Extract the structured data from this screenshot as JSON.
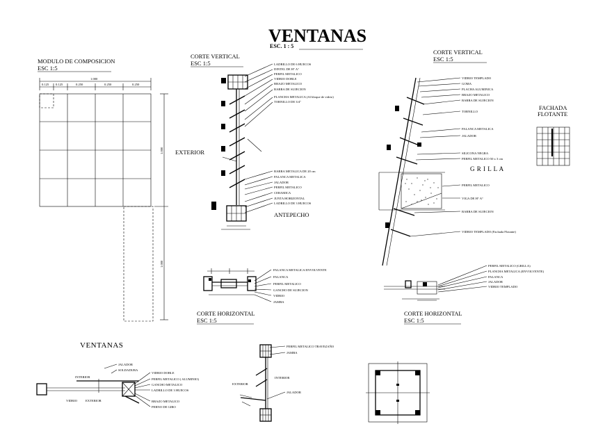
{
  "title": "VENTANAS",
  "scale": "ESC. 1 : 5",
  "modulo": {
    "title": "MODULO DE COMPOSICION",
    "scale": "ESC 1:5",
    "total_dim": "1.000",
    "dims": [
      "0.125",
      "0.125",
      "0.250",
      "0.250",
      "0.250"
    ],
    "side_dim_1": "1.000",
    "side_dim_2": "1.000",
    "exterior": "EXTERIOR"
  },
  "corte_vertical_1": {
    "title": "CORTE VERTICAL",
    "scale": "ESC 1:5",
    "labels_top": [
      "LADRILLO DE 6 HUECOS",
      "DINTEL DE H° A°",
      "PERFIL METALICO",
      "VIDRIO DOBLE",
      "BRAZO METALICO",
      "BARRA DE SUJECION",
      "PLANCHA METALICA (Al bloque de vidrio)",
      "TORNILLO DE 3/4\""
    ],
    "labels_bottom": [
      "BARRA METALICA DE 20 cm",
      "PALANCA METALICA",
      "JALADOR",
      "PERFIL METALICO",
      "CERAMICA",
      "JUNTA HORIZONTAL",
      "LADRILLO DE 3 HUECOS"
    ],
    "antepecho": "ANTEPECHO"
  },
  "corte_vertical_2": {
    "title": "CORTE VERTICAL",
    "scale": "ESC 1:5",
    "labels": [
      "VIDRIO TEMPLADO",
      "GOMA",
      "PLACHA ALUMINICA",
      "BRAZO METALICO",
      "BARRA DE SUJECION",
      "TORNILLO",
      "PALANCA METALICA",
      "JALADOR",
      "SILICONA NEGRA",
      "PERFIL METALICO 50 x 3 cm",
      "PERFIL METALICO",
      "VIGA DE H° A°",
      "BARRA DE SUJECION",
      "VIDRIO TEMPLADO (Fachada Flotante)"
    ],
    "grilla": "G R I L L A"
  },
  "fachada": {
    "line1": "FACHADA",
    "line2": "FLOTANTE"
  },
  "corte_horizontal_1": {
    "title": "CORTE HORIZONTAL",
    "scale": "ESC 1:5",
    "labels": [
      "PALANCA METALICA ENVOLVENTE",
      "PALANCA",
      "PERFIL METALICO",
      "GANCHO DE SUJECION",
      "VIDRIO",
      "JAMBA"
    ]
  },
  "corte_horizontal_2": {
    "title": "CORTE HORIZONTAL",
    "scale": "ESC 1:5",
    "labels": [
      "PERFIL METALICO (GRILLA)",
      "PLANCHA METALICA (ENVOLVENTE)",
      "PALANCA",
      "JALADOR",
      "VIDRIO TEMPLADO"
    ]
  },
  "ventanas_detail": {
    "title": "VENTANAS",
    "labels": [
      "JALADOR",
      "SOLDADURA",
      "VIDRIO DOBLE",
      "PERFIL METALICO ( ALUMINIO)",
      "GANCHO METALICO",
      "LADRILLO DE 3 HUECOS",
      "BRAZO METALICO",
      "PERNO DE GIRO"
    ],
    "interior": "INTERIOR",
    "vidrio": "VIDRIO",
    "exterior": "EXTERIOR"
  },
  "jamba_detail": {
    "labels": [
      "PERFIL METALICO TRAVEZAÑO",
      "JAMBA",
      "INTERIOR",
      "EXTERIOR",
      "JALADOR"
    ]
  }
}
